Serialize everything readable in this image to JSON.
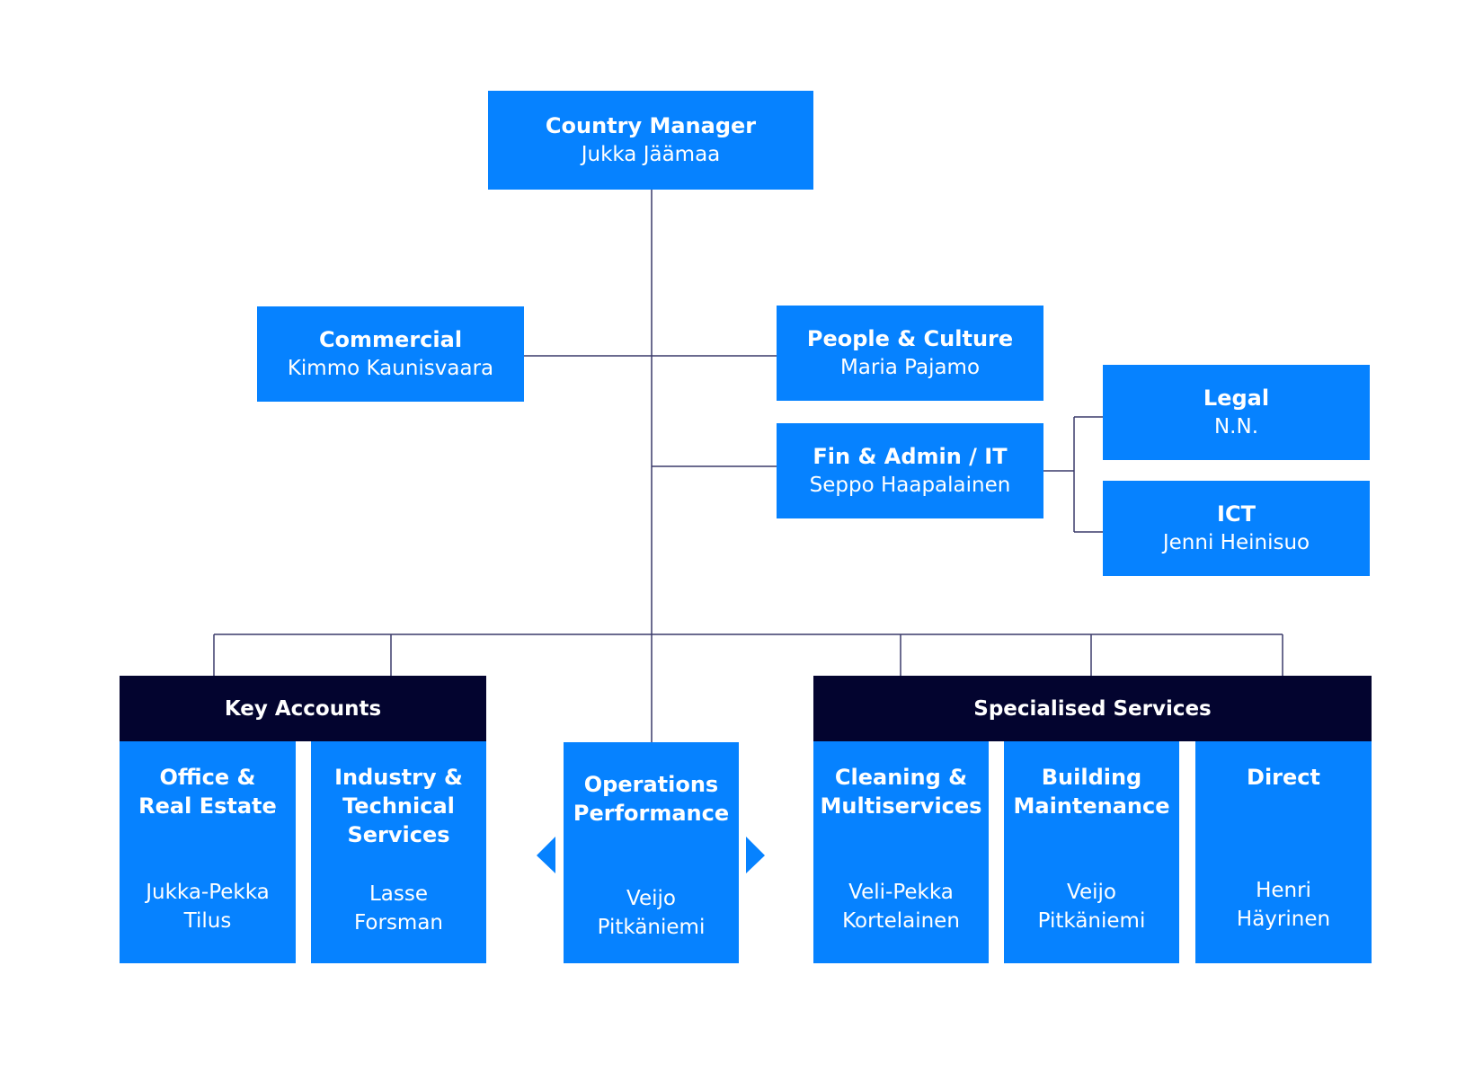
{
  "colors": {
    "box": "#0682ff",
    "group_header": "#03042f",
    "connector": "#3a3a6a",
    "arrow": "#0682ff"
  },
  "country_manager": {
    "role": "Country Manager",
    "name": "Jukka Jäämaa"
  },
  "commercial": {
    "role": "Commercial",
    "name": "Kimmo Kaunisvaara"
  },
  "people_culture": {
    "role": "People & Culture",
    "name": "Maria Pajamo"
  },
  "fin_admin": {
    "role": "Fin & Admin / IT",
    "name": "Seppo Haapalainen"
  },
  "legal": {
    "role": "Legal",
    "name": "N.N."
  },
  "ict": {
    "role": "ICT",
    "name": "Jenni Heinisuo"
  },
  "key_accounts": {
    "title": "Key Accounts",
    "units": [
      {
        "role": "Office &\nReal Estate",
        "name": "Jukka-Pekka\nTilus"
      },
      {
        "role": "Industry &\nTechnical\nServices",
        "name": "Lasse\nForsman"
      }
    ]
  },
  "operations": {
    "role": "Operations\nPerformance",
    "name": "Veijo\nPitkäniemi"
  },
  "specialised_services": {
    "title": "Specialised Services",
    "units": [
      {
        "role": "Cleaning &\nMultiservices",
        "name": "Veli-Pekka\nKortelainen"
      },
      {
        "role": "Building\nMaintenance",
        "name": "Veijo\nPitkäniemi"
      },
      {
        "role": "Direct",
        "name": "Henri\nHäyrinen"
      }
    ]
  }
}
